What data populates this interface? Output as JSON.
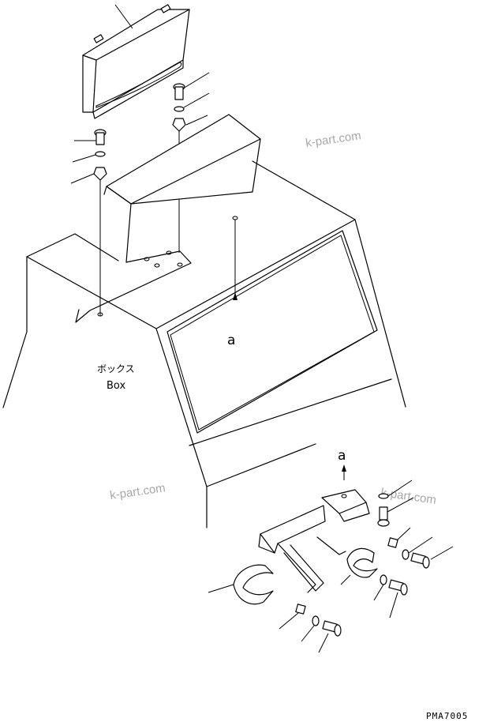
{
  "labels": {
    "view_marker_top": "a",
    "view_marker_detail": "a",
    "box_japanese": "ボックス",
    "box_english": "Box",
    "drawing_code": "PMA7005"
  },
  "watermarks": [
    "k-part.com",
    "k-part.com",
    "k-part.com"
  ]
}
